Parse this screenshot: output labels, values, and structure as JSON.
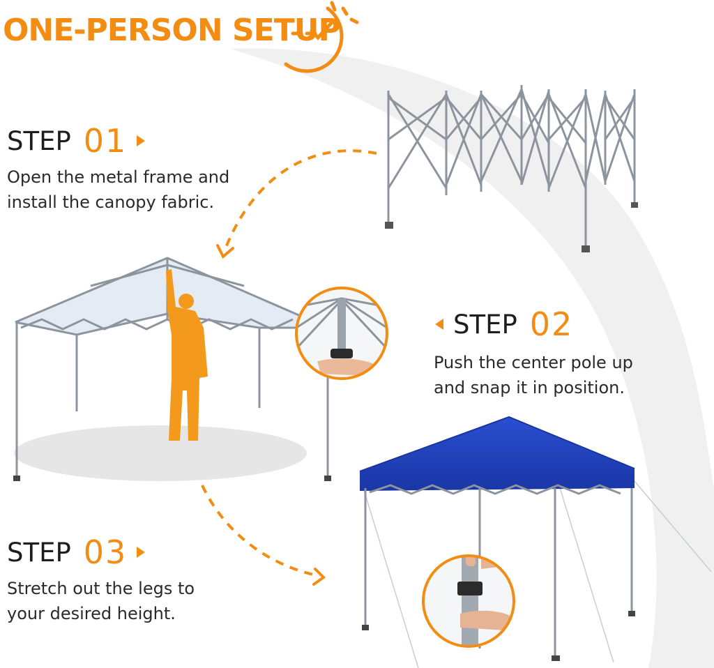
{
  "colors": {
    "accent": "#f28c12",
    "text_dark": "#1d1d1f",
    "canopy_blue": "#1b3fb5",
    "frame_gray": "#8a929c",
    "swoosh": "#efefef"
  },
  "header": {
    "title": "ONE-PERSON SETUP",
    "icon": "clock-check-icon"
  },
  "steps": [
    {
      "label": "STEP",
      "number": "01",
      "line1": "Open the metal frame and",
      "line2": "install the canopy fabric.",
      "arrow": "triangle-right-icon"
    },
    {
      "label": "STEP",
      "number": "02",
      "line1": "Push the center pole up",
      "line2": "and snap it in position.",
      "arrow": "triangle-left-icon"
    },
    {
      "label": "STEP",
      "number": "03",
      "line1": "Stretch out the legs to",
      "line2": "your desired height.",
      "arrow": "triangle-right-icon"
    }
  ],
  "illustrations": [
    "folded-frame-illustration",
    "canopy-frame-with-person-illustration",
    "center-pole-closeup",
    "blue-canopy-illustration",
    "leg-adjust-closeup"
  ]
}
